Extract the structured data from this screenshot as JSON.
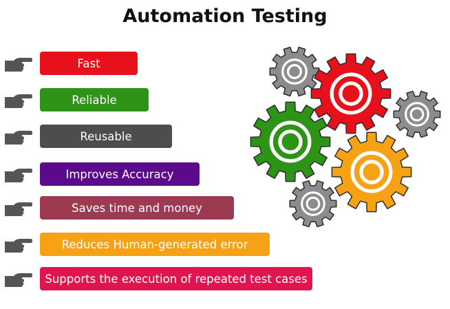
{
  "title": "Automation Testing",
  "items": [
    {
      "label": "Fast",
      "color": "#e8101a"
    },
    {
      "label": "Reliable",
      "color": "#2e9417"
    },
    {
      "label": "Reusable",
      "color": "#4d4d4d"
    },
    {
      "label": "Improves Accuracy",
      "color": "#5a0a8a"
    },
    {
      "label": "Saves time and money",
      "color": "#9c3a52"
    },
    {
      "label": "Reduces Human-generated error",
      "color": "#f7a215"
    },
    {
      "label": "Supports the execution of repeated test cases",
      "color": "#e0144f"
    }
  ],
  "icons": {
    "bullet": "pointing-hand-icon",
    "graphic": "gears-icon"
  },
  "gear_colors": {
    "red": "#e8101a",
    "green": "#2e9417",
    "orange": "#f7a215",
    "grey": "#8c8c8c"
  }
}
